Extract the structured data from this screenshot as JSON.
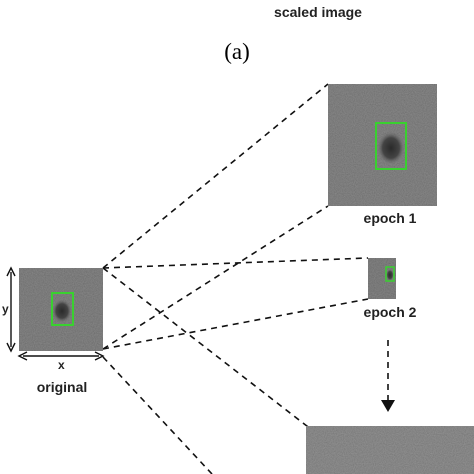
{
  "header": {
    "scaled_title": "scaled image",
    "panel_label": "(a)"
  },
  "images": {
    "original_caption": "original",
    "epoch1_caption": "epoch 1",
    "epoch2_caption": "epoch 2"
  },
  "axes": {
    "x_label": "x",
    "y_label": "y"
  },
  "colors": {
    "bounding_box": "#39d12f",
    "dashed_line": "#111111",
    "patch_texture": "#8a8a8a"
  }
}
